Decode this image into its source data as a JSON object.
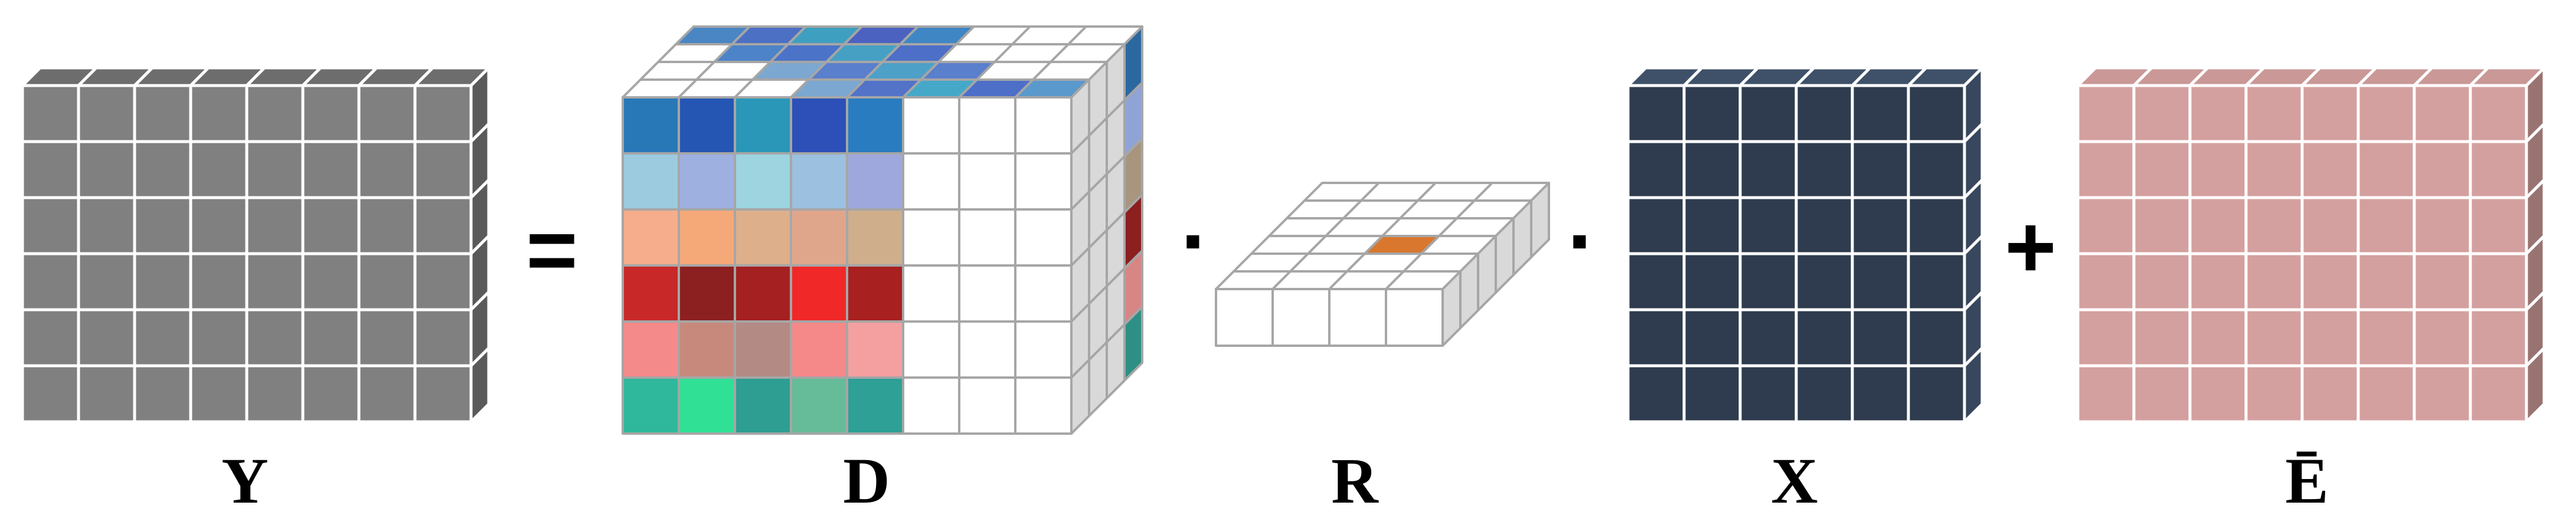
{
  "equation": {
    "labels": {
      "Y": "Y",
      "D": "D",
      "R": "R",
      "X": "X",
      "E": "Ē"
    },
    "operators": {
      "equals": "=",
      "dot1": "·",
      "dot2": "·",
      "plus": "+"
    }
  },
  "colors": {
    "Y_fill": "#808080",
    "X_fill": "#2f3b4e",
    "E_fill": "#d4a09f",
    "grid_line": "#ffffff",
    "cell_outline": "#a6a6a6",
    "side_face": "#d9d9d9",
    "R_highlight": "#d9772f",
    "D_front_rows": [
      [
        "#2878b8",
        "#2656b3",
        "#2a97b8",
        "#2c50b8",
        "#2a7cc0"
      ],
      [
        "#9ccbdf",
        "#9eb0e0",
        "#9dd4e0",
        "#9cc0e0",
        "#9fa8dc"
      ],
      [
        "#f5ad8b",
        "#f5a878",
        "#ddaf8b",
        "#e0a68c",
        "#cfae8c"
      ],
      [
        "#c82828",
        "#8c2020",
        "#a52020",
        "#f02828",
        "#a82020"
      ],
      [
        "#f58a8a",
        "#c8897d",
        "#b38a84",
        "#f58888",
        "#f5a0a0"
      ],
      [
        "#2fb89b",
        "#30e094",
        "#2e9e92",
        "#66bb98",
        "#2ea096"
      ]
    ],
    "D_top_rows": [
      [
        "#ffffff",
        "#ffffff",
        "#ffffff",
        "#7ba7d0",
        "#5273c8",
        "#46a8c8",
        "#4d6fc8",
        "#5a99cc"
      ],
      [
        "#ffffff",
        "#ffffff",
        "#7ca7d0",
        "#5a7fcc",
        "#4da0c8",
        "#5a7fcc",
        "#ffffff",
        "#ffffff"
      ],
      [
        "#ffffff",
        "#4d83c8",
        "#4b73c8",
        "#46a0c4",
        "#4d6fc8",
        "#ffffff",
        "#ffffff",
        "#ffffff"
      ],
      [
        "#4a86c4",
        "#4c70c4",
        "#3f9fc0",
        "#4c62c0",
        "#3f86c4",
        "#ffffff",
        "#ffffff",
        "#ffffff"
      ]
    ],
    "D_right_strip": [
      "#2c68a0",
      "#8fa3d6",
      "#a8957e",
      "#8c1f1f",
      "#d88585",
      "#2e8f84"
    ]
  }
}
